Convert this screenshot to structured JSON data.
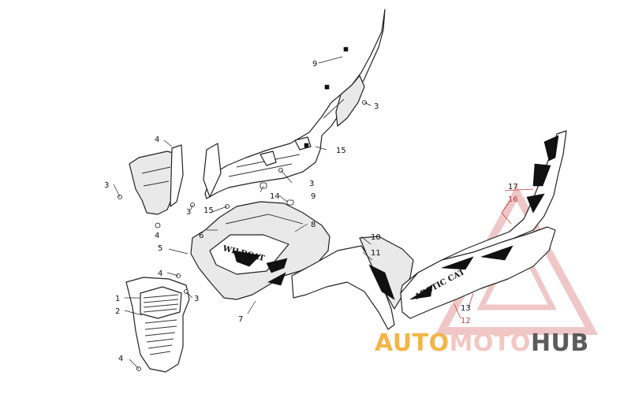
{
  "callouts": {
    "c1": "1",
    "c2": "2",
    "c3a": "3",
    "c3b": "3",
    "c3c": "3",
    "c3d": "3",
    "c3e": "3",
    "c4a": "4",
    "c4b": "4",
    "c4c": "4",
    "c4d": "4",
    "c5": "5",
    "c6": "6",
    "c7": "7",
    "c8": "8",
    "c9a": "9",
    "c9b": "9",
    "c10": "10",
    "c11": "11",
    "c12": "12",
    "c13": "13",
    "c14": "14",
    "c15a": "15",
    "c15b": "15",
    "c16": "16",
    "c17": "17"
  },
  "decals": {
    "hood": "WILDCAT",
    "side": "ARCTIC CAT"
  },
  "watermark": {
    "part1": "AUTO",
    "part2": "MOTO",
    "part3": "HUB"
  },
  "colors": {
    "watermark_auto": "#f3b54a",
    "watermark_moto": "#f2c7c2",
    "watermark_hub": "#5b5b5b",
    "watermark_triangle": "#e6a9a9"
  }
}
